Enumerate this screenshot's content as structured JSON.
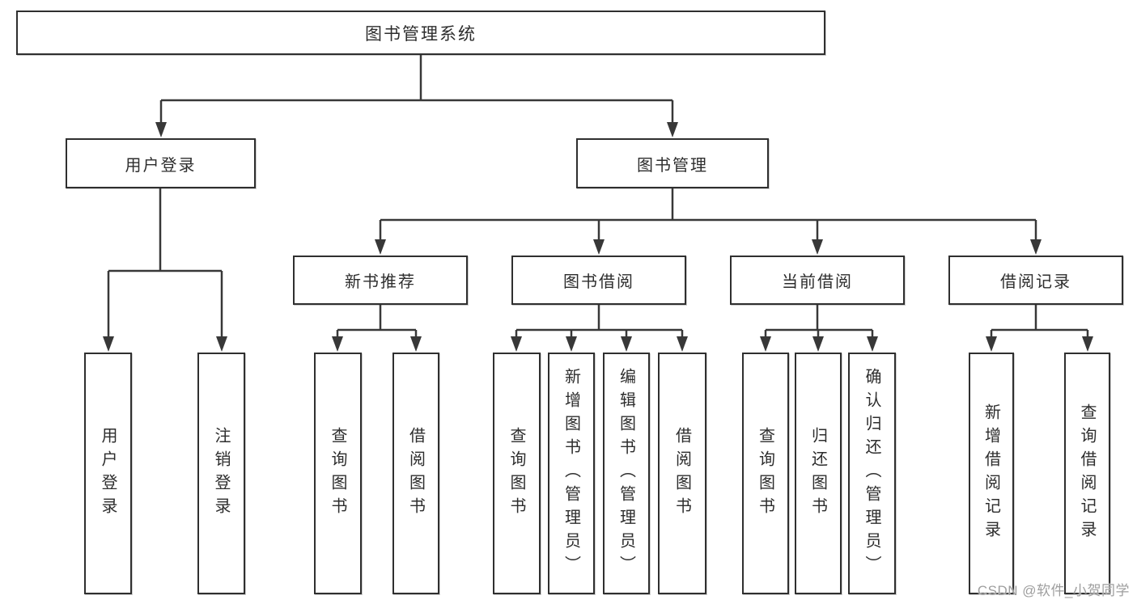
{
  "diagram": {
    "root": "图书管理系统",
    "branches": [
      {
        "label": "用户登录",
        "leaves": [
          "用户登录",
          "注销登录"
        ]
      },
      {
        "label": "图书管理",
        "groups": [
          {
            "label": "新书推荐",
            "leaves": [
              "查询图书",
              "借阅图书"
            ]
          },
          {
            "label": "图书借阅",
            "leaves": [
              "查询图书",
              "新增图书（管理员）",
              "编辑图书（管理员）",
              "借阅图书"
            ]
          },
          {
            "label": "当前借阅",
            "leaves": [
              "查询图书",
              "归还图书",
              "确认归还（管理员）"
            ]
          },
          {
            "label": "借阅记录",
            "leaves": [
              "新增借阅记录",
              "查询借阅记录"
            ]
          }
        ]
      }
    ]
  },
  "watermark": {
    "text": "CSDN @软件_小贺同学"
  },
  "colors": {
    "line": "#383838",
    "border": "#2f2f2f",
    "text": "#2d2d2d",
    "watermark": "#9e9e9e",
    "bg": "#ffffff"
  }
}
